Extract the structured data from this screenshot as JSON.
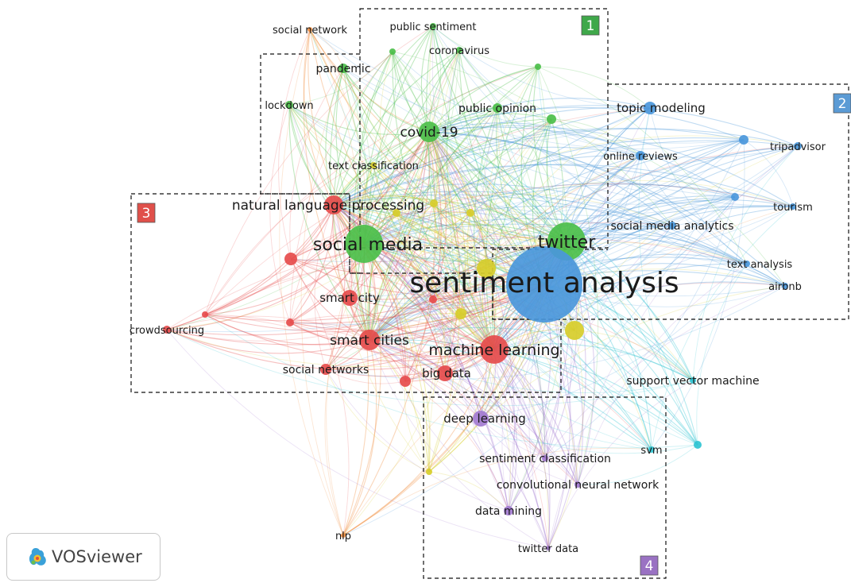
{
  "clusters": [
    {
      "id": 1,
      "label": "1",
      "color": "#3fa84a"
    },
    {
      "id": 2,
      "label": "2",
      "color": "#5b9bd5"
    },
    {
      "id": 3,
      "label": "3",
      "color": "#e0504a"
    },
    {
      "id": 4,
      "label": "4",
      "color": "#9a72c3"
    }
  ],
  "cluster_colors": {
    "green": "#4cbf4a",
    "blue": "#4a97db",
    "red": "#e64c4c",
    "yellow": "#d7cd2a",
    "purple": "#a27ad0",
    "cyan": "#2fc4d2",
    "orange": "#f08b3c"
  },
  "nodes": [
    {
      "id": "sentiment-analysis",
      "label": "sentiment analysis",
      "group": "blue",
      "weight": 10
    },
    {
      "id": "twitter",
      "label": "twitter",
      "group": "green",
      "weight": 6
    },
    {
      "id": "social-media",
      "label": "social media",
      "group": "green",
      "weight": 6
    },
    {
      "id": "machine-learning",
      "label": "machine learning",
      "group": "red",
      "weight": 5
    },
    {
      "id": "covid-19",
      "label": "covid-19",
      "group": "green",
      "weight": 4
    },
    {
      "id": "natural-language-processing",
      "label": "natural language processing",
      "group": "red",
      "weight": 4
    },
    {
      "id": "smart-cities",
      "label": "smart cities",
      "group": "red",
      "weight": 4
    },
    {
      "id": "smart-city",
      "label": "smart city",
      "group": "red",
      "weight": 3
    },
    {
      "id": "big-data",
      "label": "big data",
      "group": "red",
      "weight": 3
    },
    {
      "id": "deep-learning",
      "label": "deep learning",
      "group": "purple",
      "weight": 3
    },
    {
      "id": "social-networks",
      "label": "social networks",
      "group": "red",
      "weight": 2
    },
    {
      "id": "crowdsourcing",
      "label": "crowdsourcing",
      "group": "red",
      "weight": 2
    },
    {
      "id": "pandemic",
      "label": "pandemic",
      "group": "green",
      "weight": 2
    },
    {
      "id": "lockdown",
      "label": "lockdown",
      "group": "green",
      "weight": 2
    },
    {
      "id": "public-sentiment",
      "label": "public sentiment",
      "group": "green",
      "weight": 1
    },
    {
      "id": "coronavirus",
      "label": "coronavirus",
      "group": "green",
      "weight": 1
    },
    {
      "id": "public-opinion",
      "label": "public opinion",
      "group": "green",
      "weight": 2
    },
    {
      "id": "social-network",
      "label": "social network",
      "group": "orange",
      "weight": 1
    },
    {
      "id": "text-classification",
      "label": "text classification",
      "group": "yellow",
      "weight": 1
    },
    {
      "id": "topic-modeling",
      "label": "topic modeling",
      "group": "blue",
      "weight": 2
    },
    {
      "id": "online-reviews",
      "label": "online reviews",
      "group": "blue",
      "weight": 2
    },
    {
      "id": "tripadvisor",
      "label": "tripadvisor",
      "group": "blue",
      "weight": 2
    },
    {
      "id": "tourism",
      "label": "tourism",
      "group": "blue",
      "weight": 1
    },
    {
      "id": "social-media-analytics",
      "label": "social media analytics",
      "group": "blue",
      "weight": 2
    },
    {
      "id": "text-analysis",
      "label": "text analysis",
      "group": "blue",
      "weight": 1
    },
    {
      "id": "airbnb",
      "label": "airbnb",
      "group": "blue",
      "weight": 1
    },
    {
      "id": "support-vector-machine",
      "label": "support vector machine",
      "group": "cyan",
      "weight": 1
    },
    {
      "id": "svm",
      "label": "svm",
      "group": "cyan",
      "weight": 1
    },
    {
      "id": "sentiment-classification",
      "label": "sentiment classification",
      "group": "purple",
      "weight": 1
    },
    {
      "id": "convolutional-neural-network",
      "label": "convolutional neural network",
      "group": "purple",
      "weight": 1
    },
    {
      "id": "data-mining",
      "label": "data mining",
      "group": "purple",
      "weight": 2
    },
    {
      "id": "twitter-data",
      "label": "twitter data",
      "group": "purple",
      "weight": 1
    },
    {
      "id": "nlp",
      "label": "nlp",
      "group": "orange",
      "weight": 1
    }
  ],
  "brand": {
    "name": "VOSviewer",
    "icon": "vosviewer-logo-icon"
  }
}
